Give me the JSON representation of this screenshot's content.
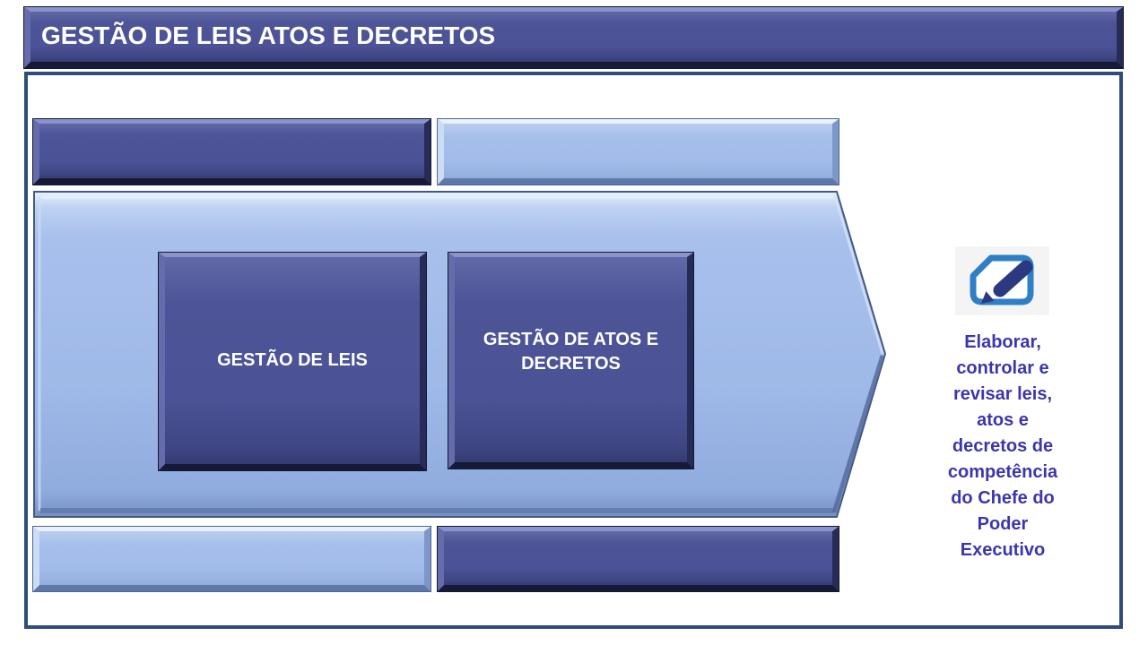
{
  "header": {
    "title": "GESTÃO DE LEIS ATOS E DECRETOS"
  },
  "value_chain": {
    "boxes": [
      {
        "label": "GESTÃO DE LEIS"
      },
      {
        "label": "GESTÃO DE ATOS E DECRETOS"
      }
    ]
  },
  "right_panel": {
    "icon": "edit-document-icon",
    "description_lines": [
      "Elaborar,",
      "controlar e",
      "revisar leis,",
      "atos e",
      "decretos de",
      "competência",
      "do Chefe do",
      "Poder",
      "Executivo"
    ]
  },
  "colors": {
    "dark_blue": "#4b5295",
    "light_blue": "#a2bbe9",
    "frame_border": "#2e4d7b",
    "title_text": "#ffffff",
    "description_text": "#3c36ae",
    "icon_document_blue": "#2e7fc6",
    "icon_pencil_navy": "#2b3a80"
  }
}
